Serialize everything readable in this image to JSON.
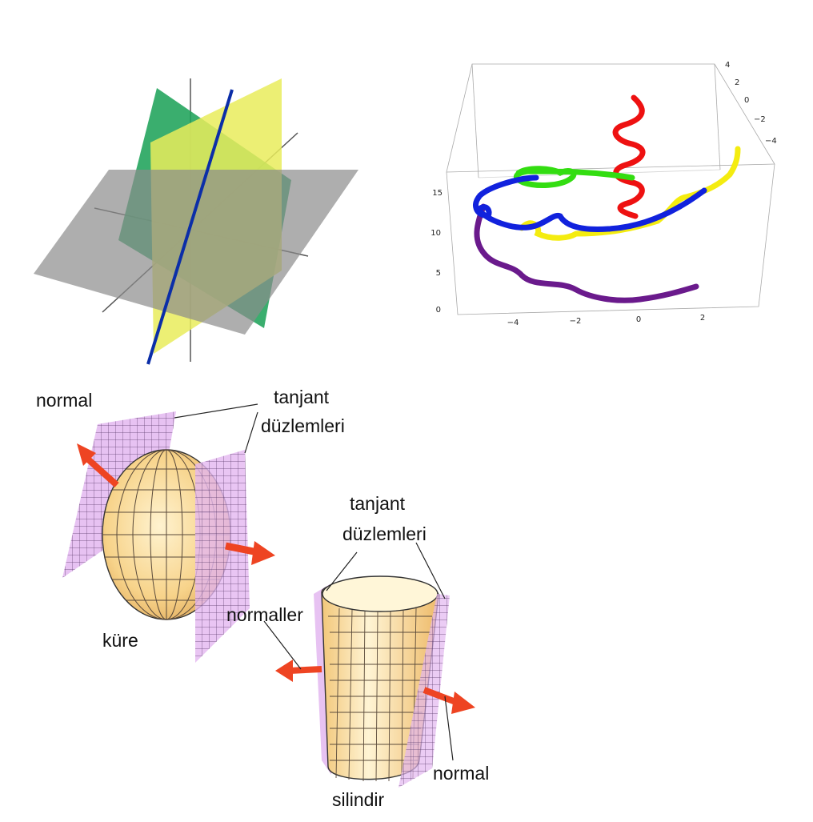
{
  "panel_planes": {
    "colors": {
      "horizontal": "#8c8c8c",
      "green": "#1fa35a",
      "yellow": "#e9ec5c",
      "line": "#0b2ea8",
      "axes": "#555555"
    }
  },
  "panel_curves": {
    "colors": {
      "red": "#ee1111",
      "green": "#33dd11",
      "blue": "#1122dd",
      "yellow": "#f4ec10",
      "purple": "#6a1a8c"
    },
    "x_ticks": [
      "−4",
      "−2",
      "0",
      "2"
    ],
    "z_ticks": [
      "0",
      "5",
      "10",
      "15"
    ],
    "y_ticks": [
      "4",
      "2",
      "0",
      "−2",
      "−4"
    ]
  },
  "panel_tangent": {
    "labels": {
      "normal_top": "normal",
      "tanjant_1": "tanjant",
      "duzlemleri_1": "düzlemleri",
      "tanjant_2": "tanjant",
      "duzlemleri_2": "düzlemleri",
      "normaller": "normaller",
      "kure": "küre",
      "silindir": "silindir",
      "normal_bottom": "normal"
    },
    "colors": {
      "tangent_plane": "#e3b7f0",
      "surface": "#f9dea0",
      "arrow": "#ee4422"
    }
  }
}
